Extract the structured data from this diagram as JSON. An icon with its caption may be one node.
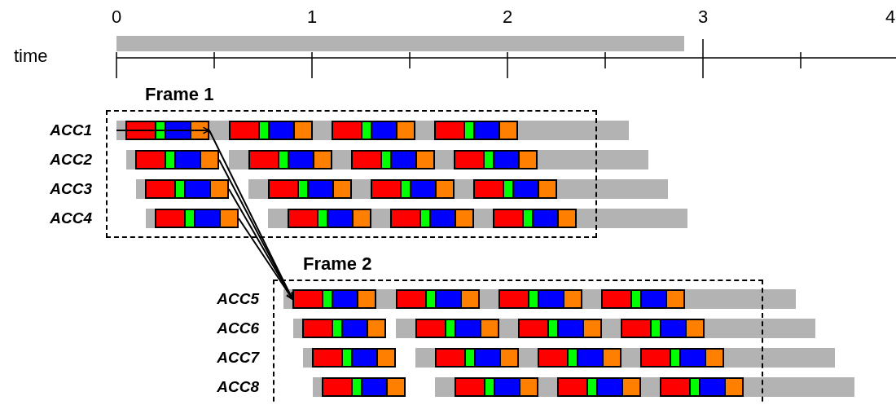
{
  "diagram": {
    "nodes": [
      {
        "text": [],
        "shape": "bar"
      },
      {
        "text": [
          "Frame 1"
        ]
      },
      {
        "text": [],
        "shape": "bar",
        "in": 1
      },
      {
        "text": [],
        "shape": "bar",
        "in": 1
      },
      {
        "text": [],
        "shape": "bar",
        "in": 1
      },
      {
        "text": [],
        "shape": "bar",
        "in": 1
      },
      {
        "text": [],
        "shape": "bar",
        "in": 1
      },
      {
        "text": [],
        "shape": "bar",
        "in": 1
      },
      {
        "text": [],
        "shape": "bar",
        "in": 1
      },
      {
        "text": [],
        "shape": "bar",
        "in": 1
      },
      {
        "text": [],
        "shape": "bar",
        "in": 1
      },
      {
        "text": [],
        "shape": "bar",
        "in": 1
      },
      {
        "text": [],
        "shape": "bar",
        "in": 1
      },
      {
        "text": [],
        "shape": "bar",
        "in": 1
      },
      {
        "text": [],
        "shape": "bar",
        "in": 1
      },
      {
        "text": [],
        "shape": "bar",
        "in": 1
      },
      {
        "text": [],
        "shape": "bar",
        "in": 1
      },
      {
        "text": [],
        "shape": "bar",
        "in": 1
      },
      {
        "text": [
          "Frame 2"
        ]
      },
      {
        "text": [],
        "shape": "bar",
        "in": 18
      },
      {
        "text": [],
        "shape": "bar",
        "in": 18
      },
      {
        "text": [],
        "shape": "bar",
        "in": 18
      },
      {
        "text": [],
        "shape": "bar",
        "in": 18
      },
      {
        "text": [],
        "shape": "bar",
        "in": 18
      },
      {
        "text": [],
        "shape": "bar",
        "in": 18
      },
      {
        "text": [],
        "shape": "bar",
        "in": 18
      },
      {
        "text": [],
        "shape": "bar",
        "in": 18
      },
      {
        "text": [],
        "shape": "bar",
        "in": 18
      },
      {
        "text": [],
        "shape": "bar",
        "in": 18
      },
      {
        "text": [],
        "shape": "bar",
        "in": 18
      },
      {
        "text": [],
        "shape": "bar",
        "in": 18
      },
      {
        "text": [],
        "shape": "bar",
        "in": 18
      },
      {
        "text": [],
        "shape": "bar",
        "in": 18
      },
      {
        "text": [],
        "shape": "bar",
        "in": 18
      },
      {
        "text": [],
        "shape": "bar",
        "in": 18
      }
    ],
    "edges": [
      {
        "from": null,
        "to": 2,
        "arrow": "to"
      },
      {
        "from": 2,
        "to": 19,
        "arrow": "to"
      },
      {
        "from": 6,
        "to": 19,
        "arrow": "to"
      },
      {
        "from": 10,
        "to": 19,
        "arrow": "to"
      },
      {
        "from": 14,
        "to": 19,
        "arrow": "to"
      }
    ],
    "labels": [
      "0",
      "1",
      "2",
      "3",
      "4",
      "time",
      "ACC1",
      "ACC2",
      "ACC3",
      "ACC4",
      "ACC5",
      "ACC6",
      "ACC7",
      "ACC8"
    ]
  }
}
